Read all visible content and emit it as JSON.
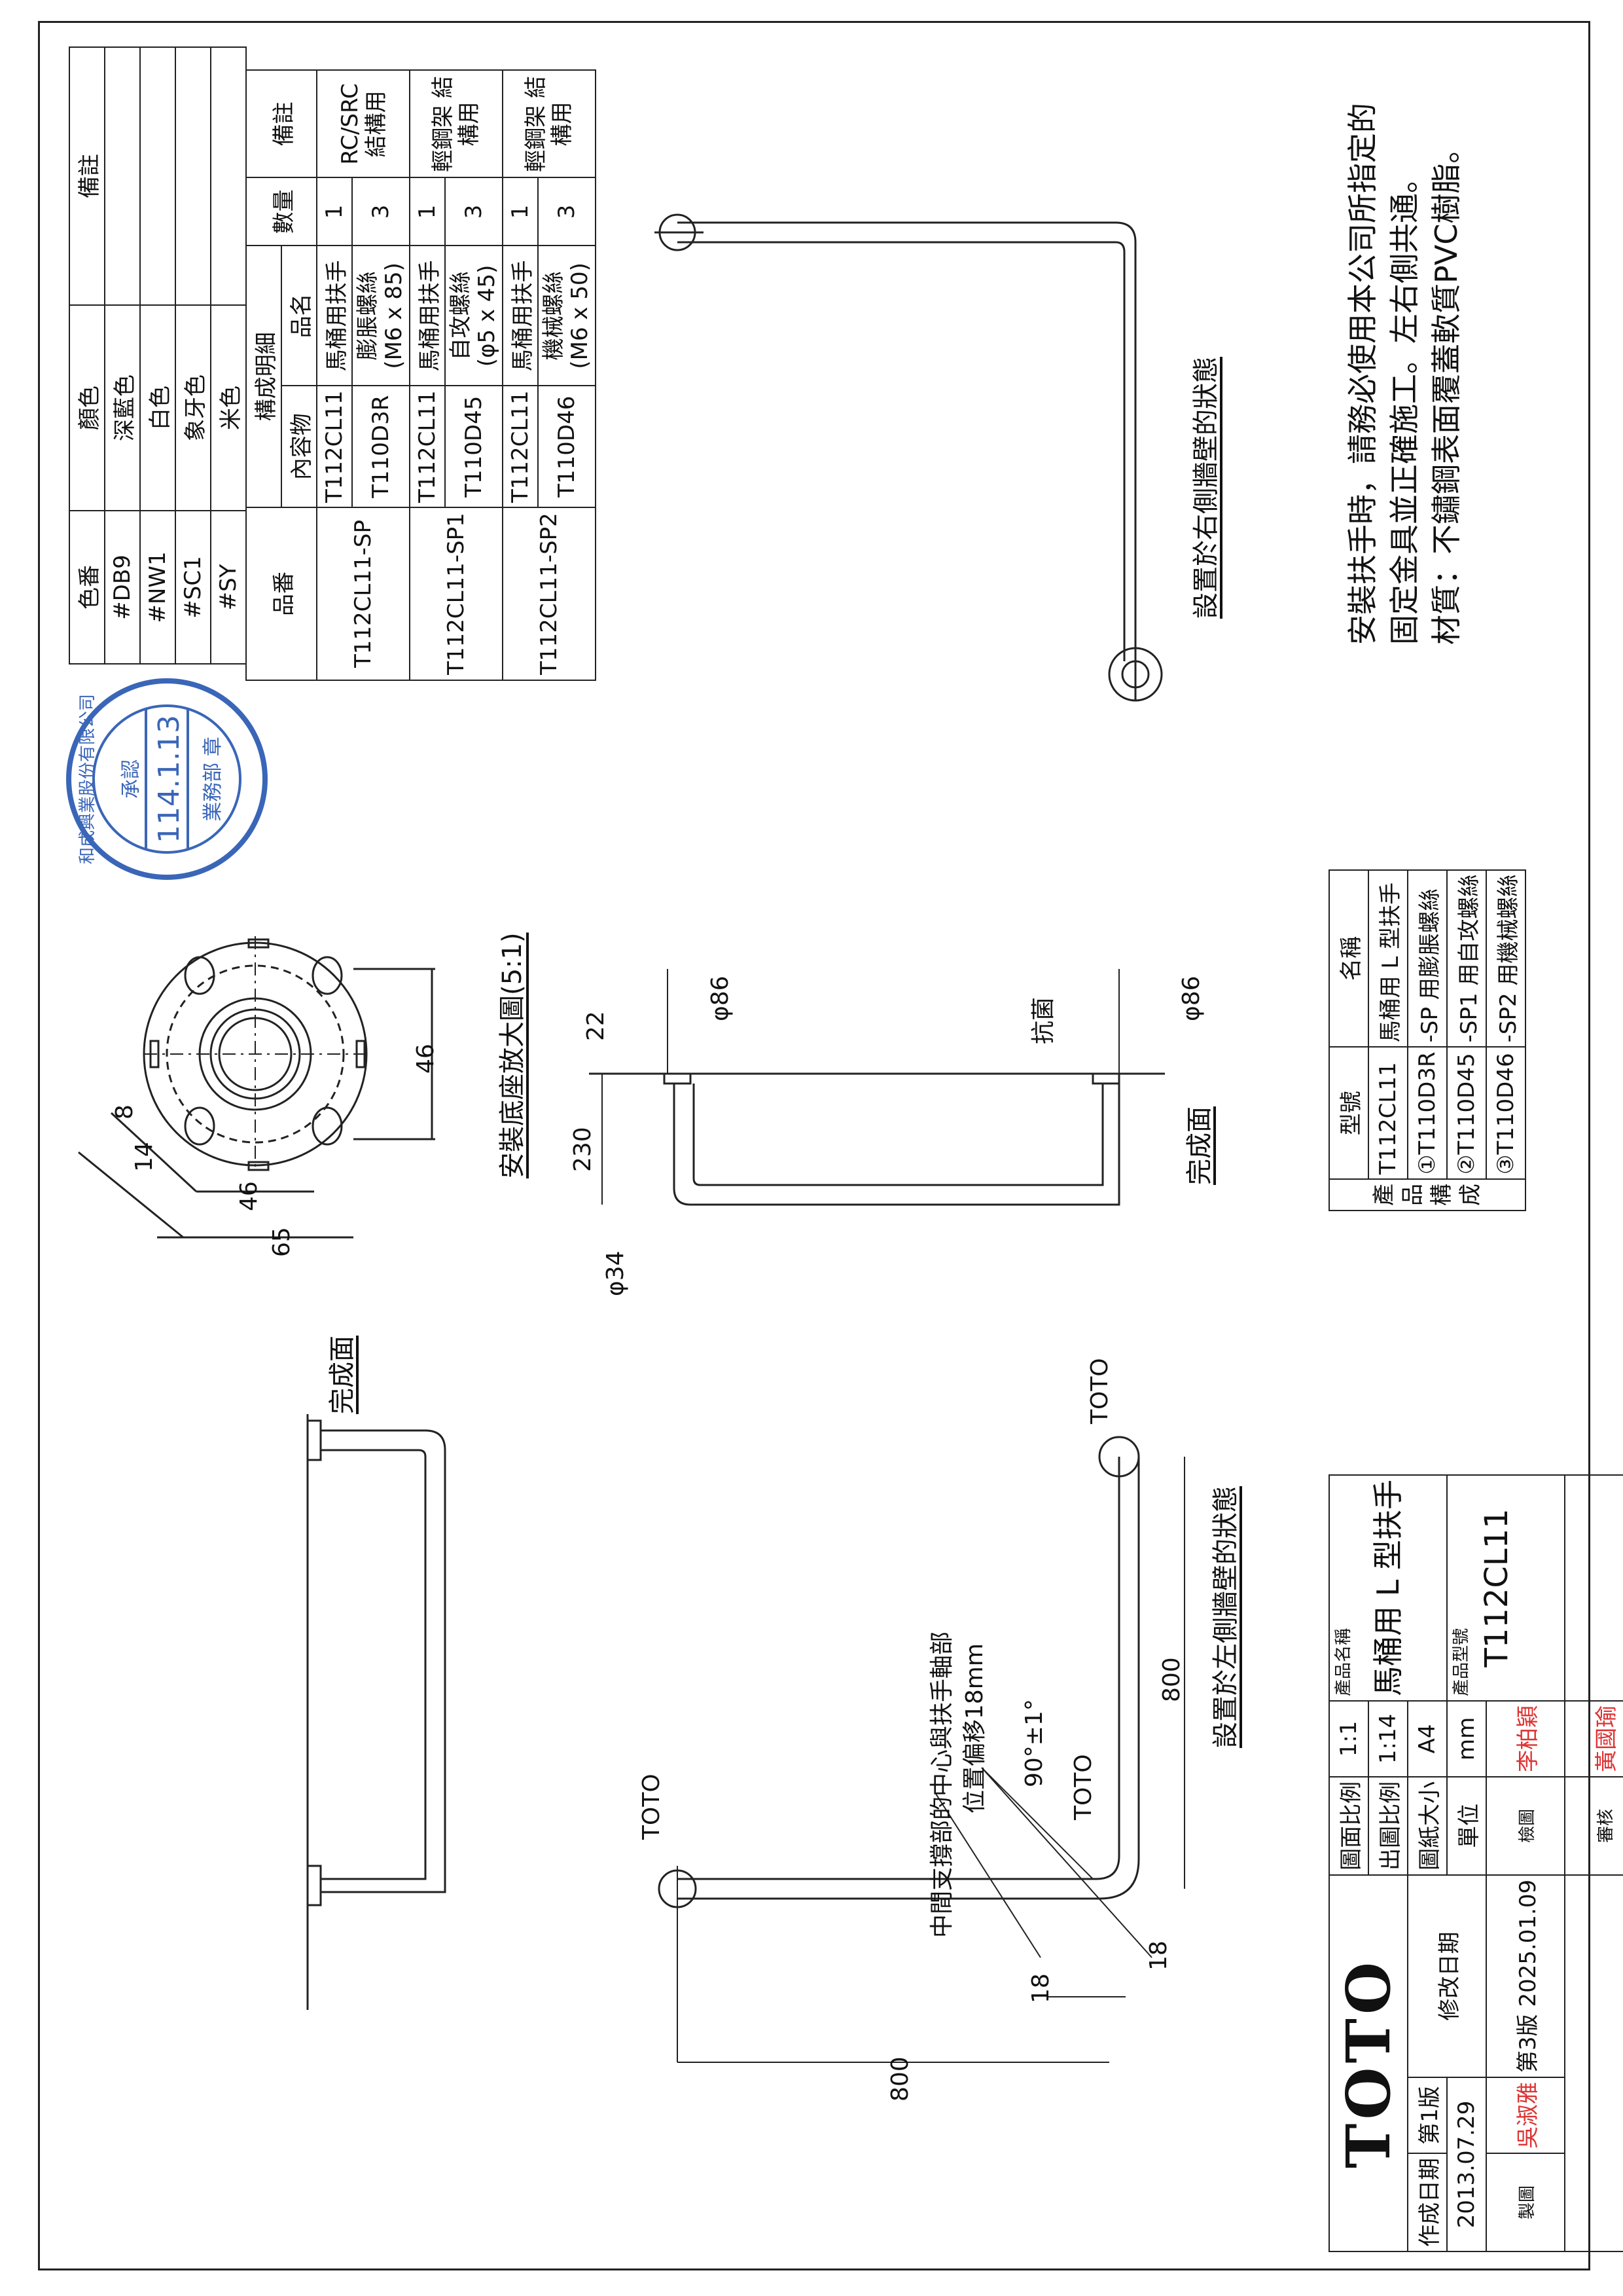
{
  "color_table": {
    "headers": [
      "色番",
      "顏色",
      "備註"
    ],
    "rows": [
      {
        "code": "#DB9",
        "name": "深藍色"
      },
      {
        "code": "#NW1",
        "name": "白色"
      },
      {
        "code": "#SC1",
        "name": "象牙色"
      },
      {
        "code": "#SY",
        "name": "米色"
      }
    ]
  },
  "parts_table": {
    "headers": {
      "product_no": "品番",
      "composition": "構成明細",
      "content": "內容物",
      "item_name": "品名",
      "qty": "數量",
      "remark": "備註"
    },
    "groups": [
      {
        "product_no": "T112CL11-SP",
        "remark": "RC/SRC 結構用",
        "items": [
          {
            "content": "T112CL11",
            "name": "馬桶用扶手",
            "qty": "1"
          },
          {
            "content": "T110D3R",
            "name": "膨脹螺絲 (M6 x 85)",
            "qty": "3"
          }
        ]
      },
      {
        "product_no": "T112CL11-SP1",
        "remark": "輕鋼架 結構用",
        "items": [
          {
            "content": "T112CL11",
            "name": "馬桶用扶手",
            "qty": "1"
          },
          {
            "content": "T110D45",
            "name": "自攻螺絲 (φ5 x 45)",
            "qty": "3"
          }
        ]
      },
      {
        "product_no": "T112CL11-SP2",
        "remark": "輕鋼架 結構用",
        "items": [
          {
            "content": "T112CL11",
            "name": "馬桶用扶手",
            "qty": "1"
          },
          {
            "content": "T110D46",
            "name": "機械螺絲 (M6 x 50)",
            "qty": "3"
          }
        ]
      }
    ]
  },
  "stamp_blue": {
    "line1": "和成興業股份有限公司",
    "date": "114.1.13",
    "word": "承認",
    "bottom": "業務部 章"
  },
  "notes": {
    "line1": "安裝扶手時，請務必使用本公司所指定的",
    "line2": "固定金具並正確施工。左右側共通。",
    "line3": "材質：不鏽鋼表面覆蓋軟質PVC樹脂。"
  },
  "captions": {
    "right_wall": "設置於右側牆壁的狀態",
    "left_wall": "設置於左側牆壁的狀態",
    "base_detail": "安裝底座放大圖(5:1)",
    "finish_face_top": "完成面",
    "finish_face_left": "完成面"
  },
  "labels": {
    "d86_a": "φ86",
    "d86_b": "φ86",
    "d34": "φ34",
    "antibac": "抗菌",
    "dim_22": "22",
    "dim_230": "230",
    "dim_14": "14",
    "dim_8": "8",
    "dim_46a": "46",
    "dim_46b": "46",
    "dim_65": "65",
    "dim_800a": "800",
    "dim_800b": "800",
    "dim_18a": "18",
    "dim_18b": "18",
    "toto_1": "TOTO",
    "toto_2": "TOTO",
    "toto_3": "TOTO",
    "angle": "90°±1°",
    "offset_line1": "中間支撐部的中心與扶手軸部",
    "offset_line2": "位置偏移18mm"
  },
  "model_table": {
    "header_model": "型號",
    "header_name": "名稱",
    "side_label": "產品構成",
    "rows": [
      {
        "model": "T112CL11",
        "name": "馬桶用 L 型扶手"
      },
      {
        "model": "①T110D3R",
        "name": "-SP  用膨脹螺絲"
      },
      {
        "model": "②T110D45",
        "name": "-SP1  用自攻螺絲"
      },
      {
        "model": "③T110D46",
        "name": "-SP2  用機械螺絲"
      }
    ]
  },
  "title_block": {
    "logo": "TOTO",
    "created_label": "作成日期",
    "created_ver": "第1版",
    "created_date": "2013.07.29",
    "revised_label": "修改日期",
    "revised_ver": "第3版",
    "revised_date": "2025.01.09",
    "scale_label": "圖面比例",
    "scale_value": "1:1",
    "print_scale_label": "出圖比例",
    "print_scale_value": "1:14",
    "paper_label": "圖紙大小",
    "paper_value": "A4",
    "unit_label": "單位",
    "unit_value": "mm",
    "product_name_label": "產品名稱",
    "product_name": "馬桶用 L 型扶手",
    "product_no_label": "產品型號",
    "product_no": "T112CL11",
    "drawn_label": "製圖",
    "drawn_by": "吳淑雅",
    "checked_label": "檢圖",
    "checked_by": "李柏穎",
    "review_label": "審核",
    "review_by": "黃國瑜"
  }
}
